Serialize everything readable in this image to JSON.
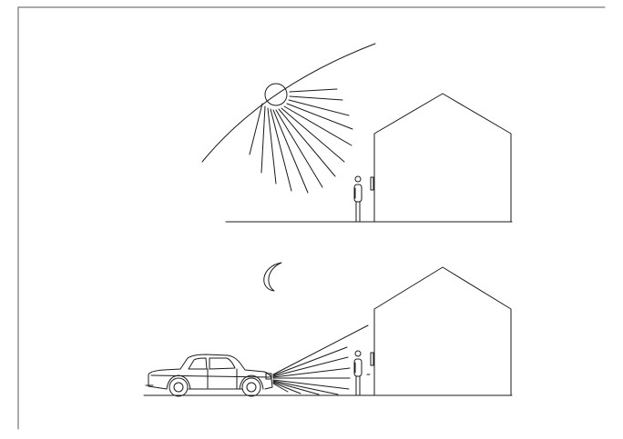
{
  "colors": {
    "background": "#ffffff",
    "ink": "#1a1a1a",
    "frame": "#555555"
  },
  "icons": {
    "sun": "sun-icon",
    "moon": "moon-icon",
    "car": "car-icon",
    "person": "person-icon",
    "house": "house-icon"
  },
  "panels": [
    {
      "scene": "day",
      "light_source": "sun"
    },
    {
      "scene": "night",
      "light_source": "car-headlights"
    }
  ]
}
